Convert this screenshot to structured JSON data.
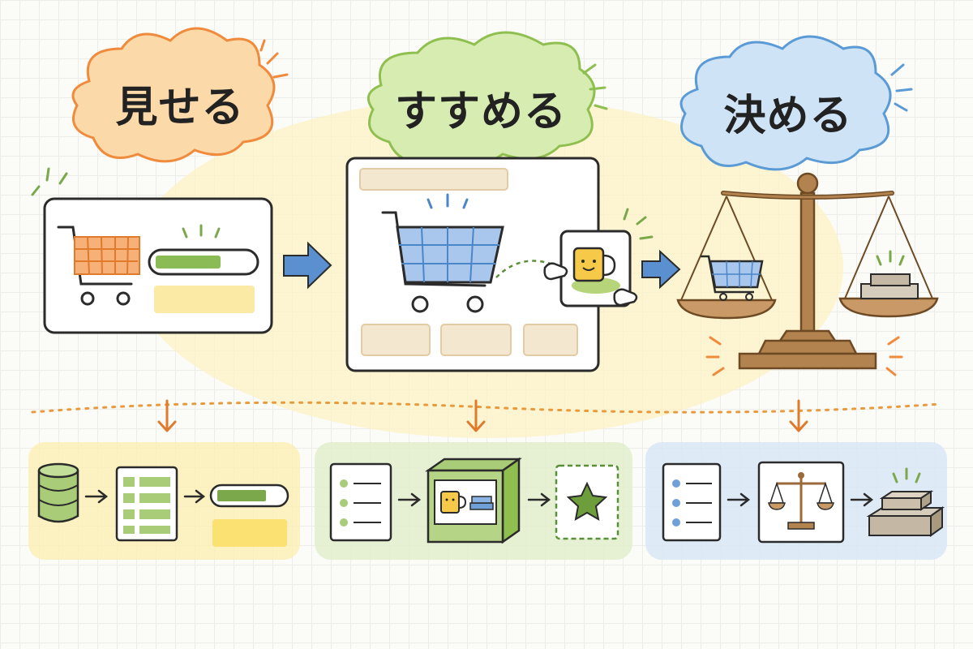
{
  "stages": [
    {
      "title": "見せる",
      "color": "#f08a3c",
      "fill": "#fbd9a8"
    },
    {
      "title": "すすめる",
      "color": "#8fbf4f",
      "fill": "#d7ecb1"
    },
    {
      "title": "決める",
      "color": "#5b9bd5",
      "fill": "#cfe3f6"
    }
  ],
  "palette": {
    "orange": "#f08a3c",
    "green": "#7aa84a",
    "blue": "#4a86c8",
    "yellow": "#fbe9a0",
    "bronze": "#9a6a3a",
    "ink": "#2b2b2b"
  },
  "icons": [
    "shopping-cart-icon",
    "progress-bar-icon",
    "arrow-right-icon",
    "mug-icon",
    "hand-cursor-icon",
    "balance-scale-icon",
    "database-icon",
    "grid-list-icon",
    "checklist-icon",
    "product-box-icon",
    "star-icon",
    "stacked-blocks-icon",
    "arrow-down-icon"
  ]
}
